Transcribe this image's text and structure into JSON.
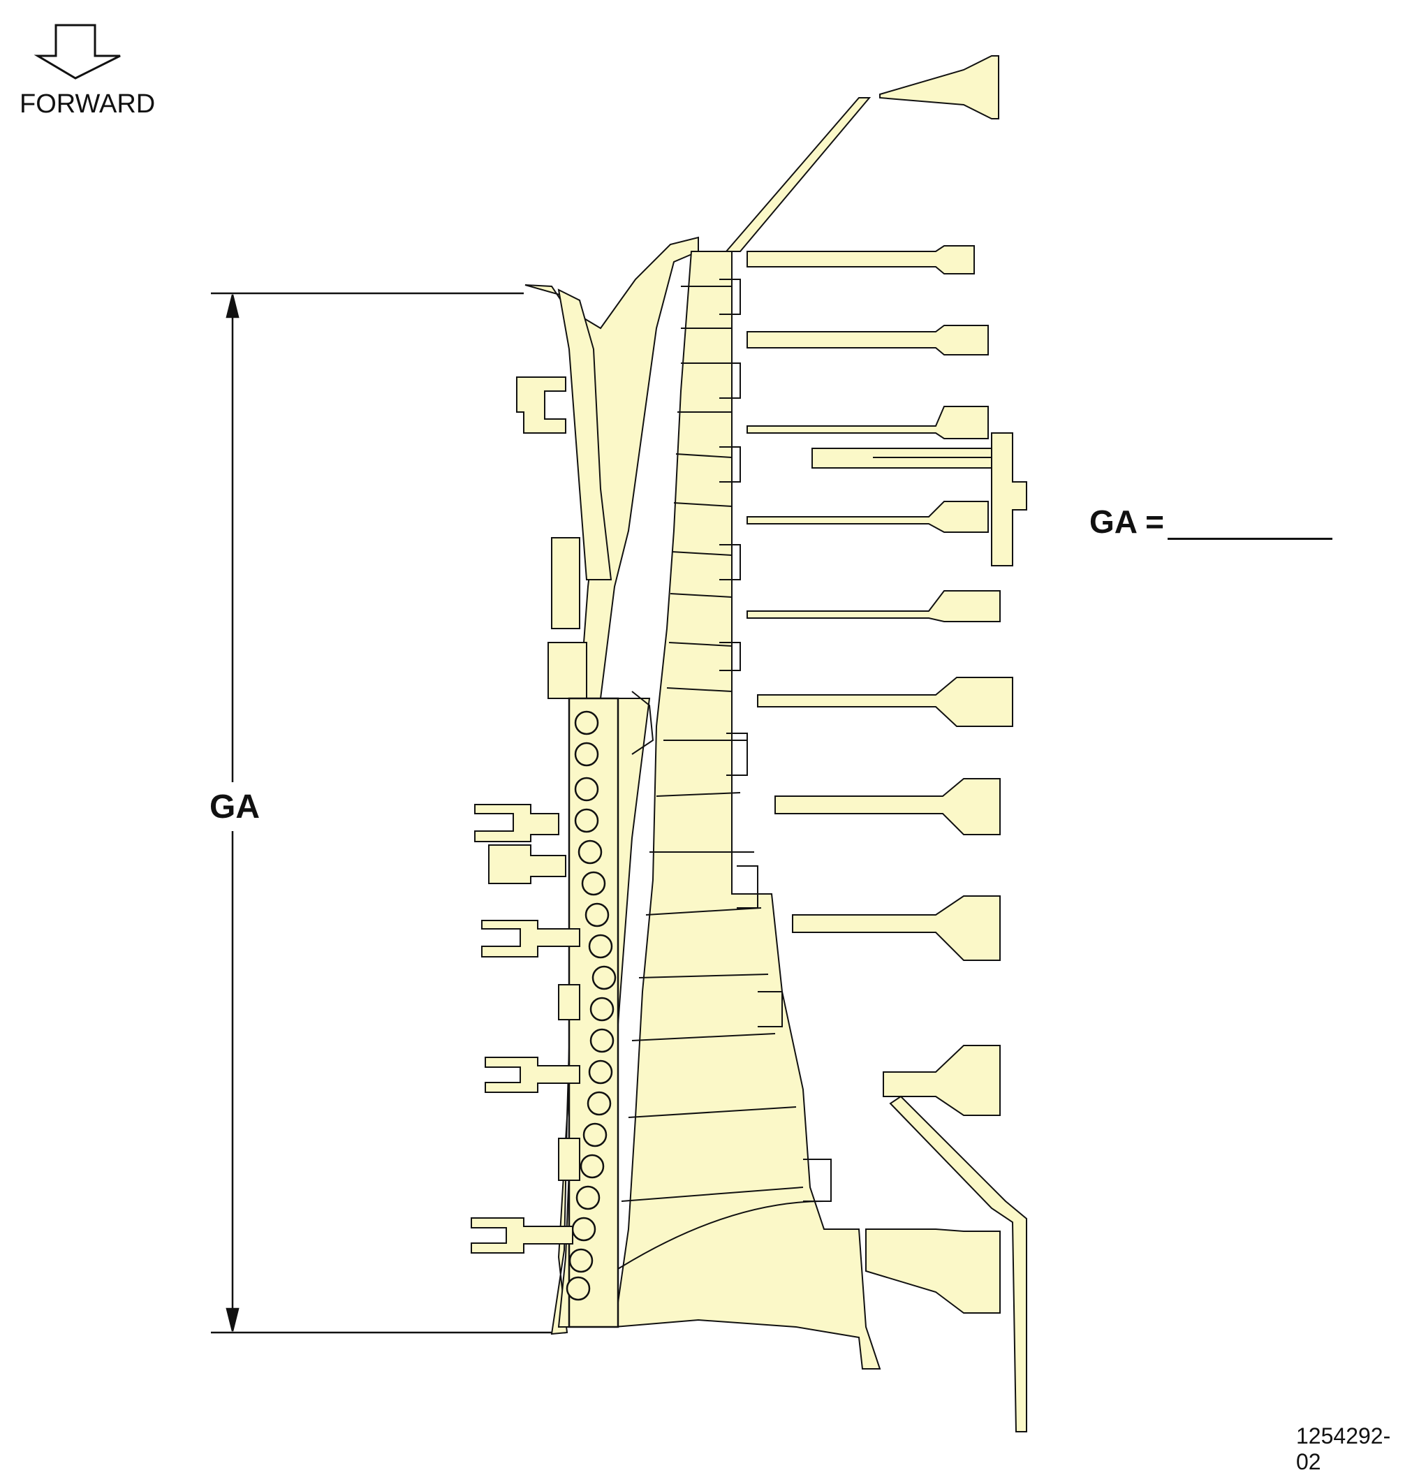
{
  "orientation": {
    "label": "FORWARD",
    "icon": "down-arrow-icon"
  },
  "dimension": {
    "label": "GA",
    "equation_label": "GA =",
    "equation_value": ""
  },
  "figure_id": "1254292-02",
  "colors": {
    "part_fill": "#FBF8C8",
    "line": "#111111",
    "background": "#FFFFFF"
  }
}
